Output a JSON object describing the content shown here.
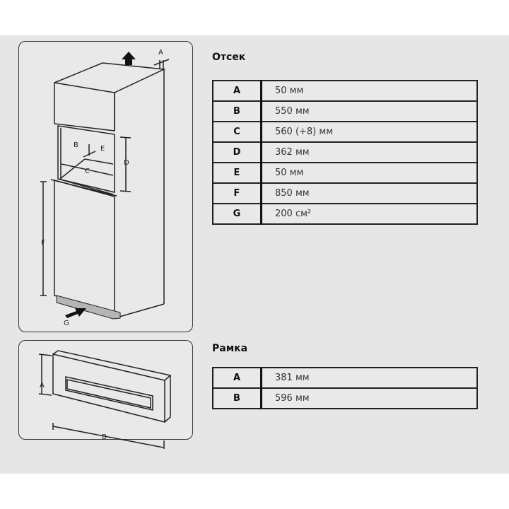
{
  "compartment": {
    "title": "Отсек",
    "rows": [
      {
        "key": "A",
        "value": "50 мм"
      },
      {
        "key": "B",
        "value": "550 мм"
      },
      {
        "key": "C",
        "value": "560 (+8) мм"
      },
      {
        "key": "D",
        "value": "362 мм"
      },
      {
        "key": "E",
        "value": "50 мм"
      },
      {
        "key": "F",
        "value": "850 мм"
      },
      {
        "key": "G",
        "value": "200 см²"
      }
    ],
    "diagram_labels": {
      "a": "A",
      "b": "B",
      "c": "C",
      "d": "D",
      "e": "E",
      "f": "F",
      "g": "G"
    }
  },
  "frame": {
    "title": "Рамка",
    "rows": [
      {
        "key": "A",
        "value": "381 мм"
      },
      {
        "key": "B",
        "value": "596 мм"
      }
    ],
    "diagram_labels": {
      "a": "A",
      "b": "B"
    }
  }
}
